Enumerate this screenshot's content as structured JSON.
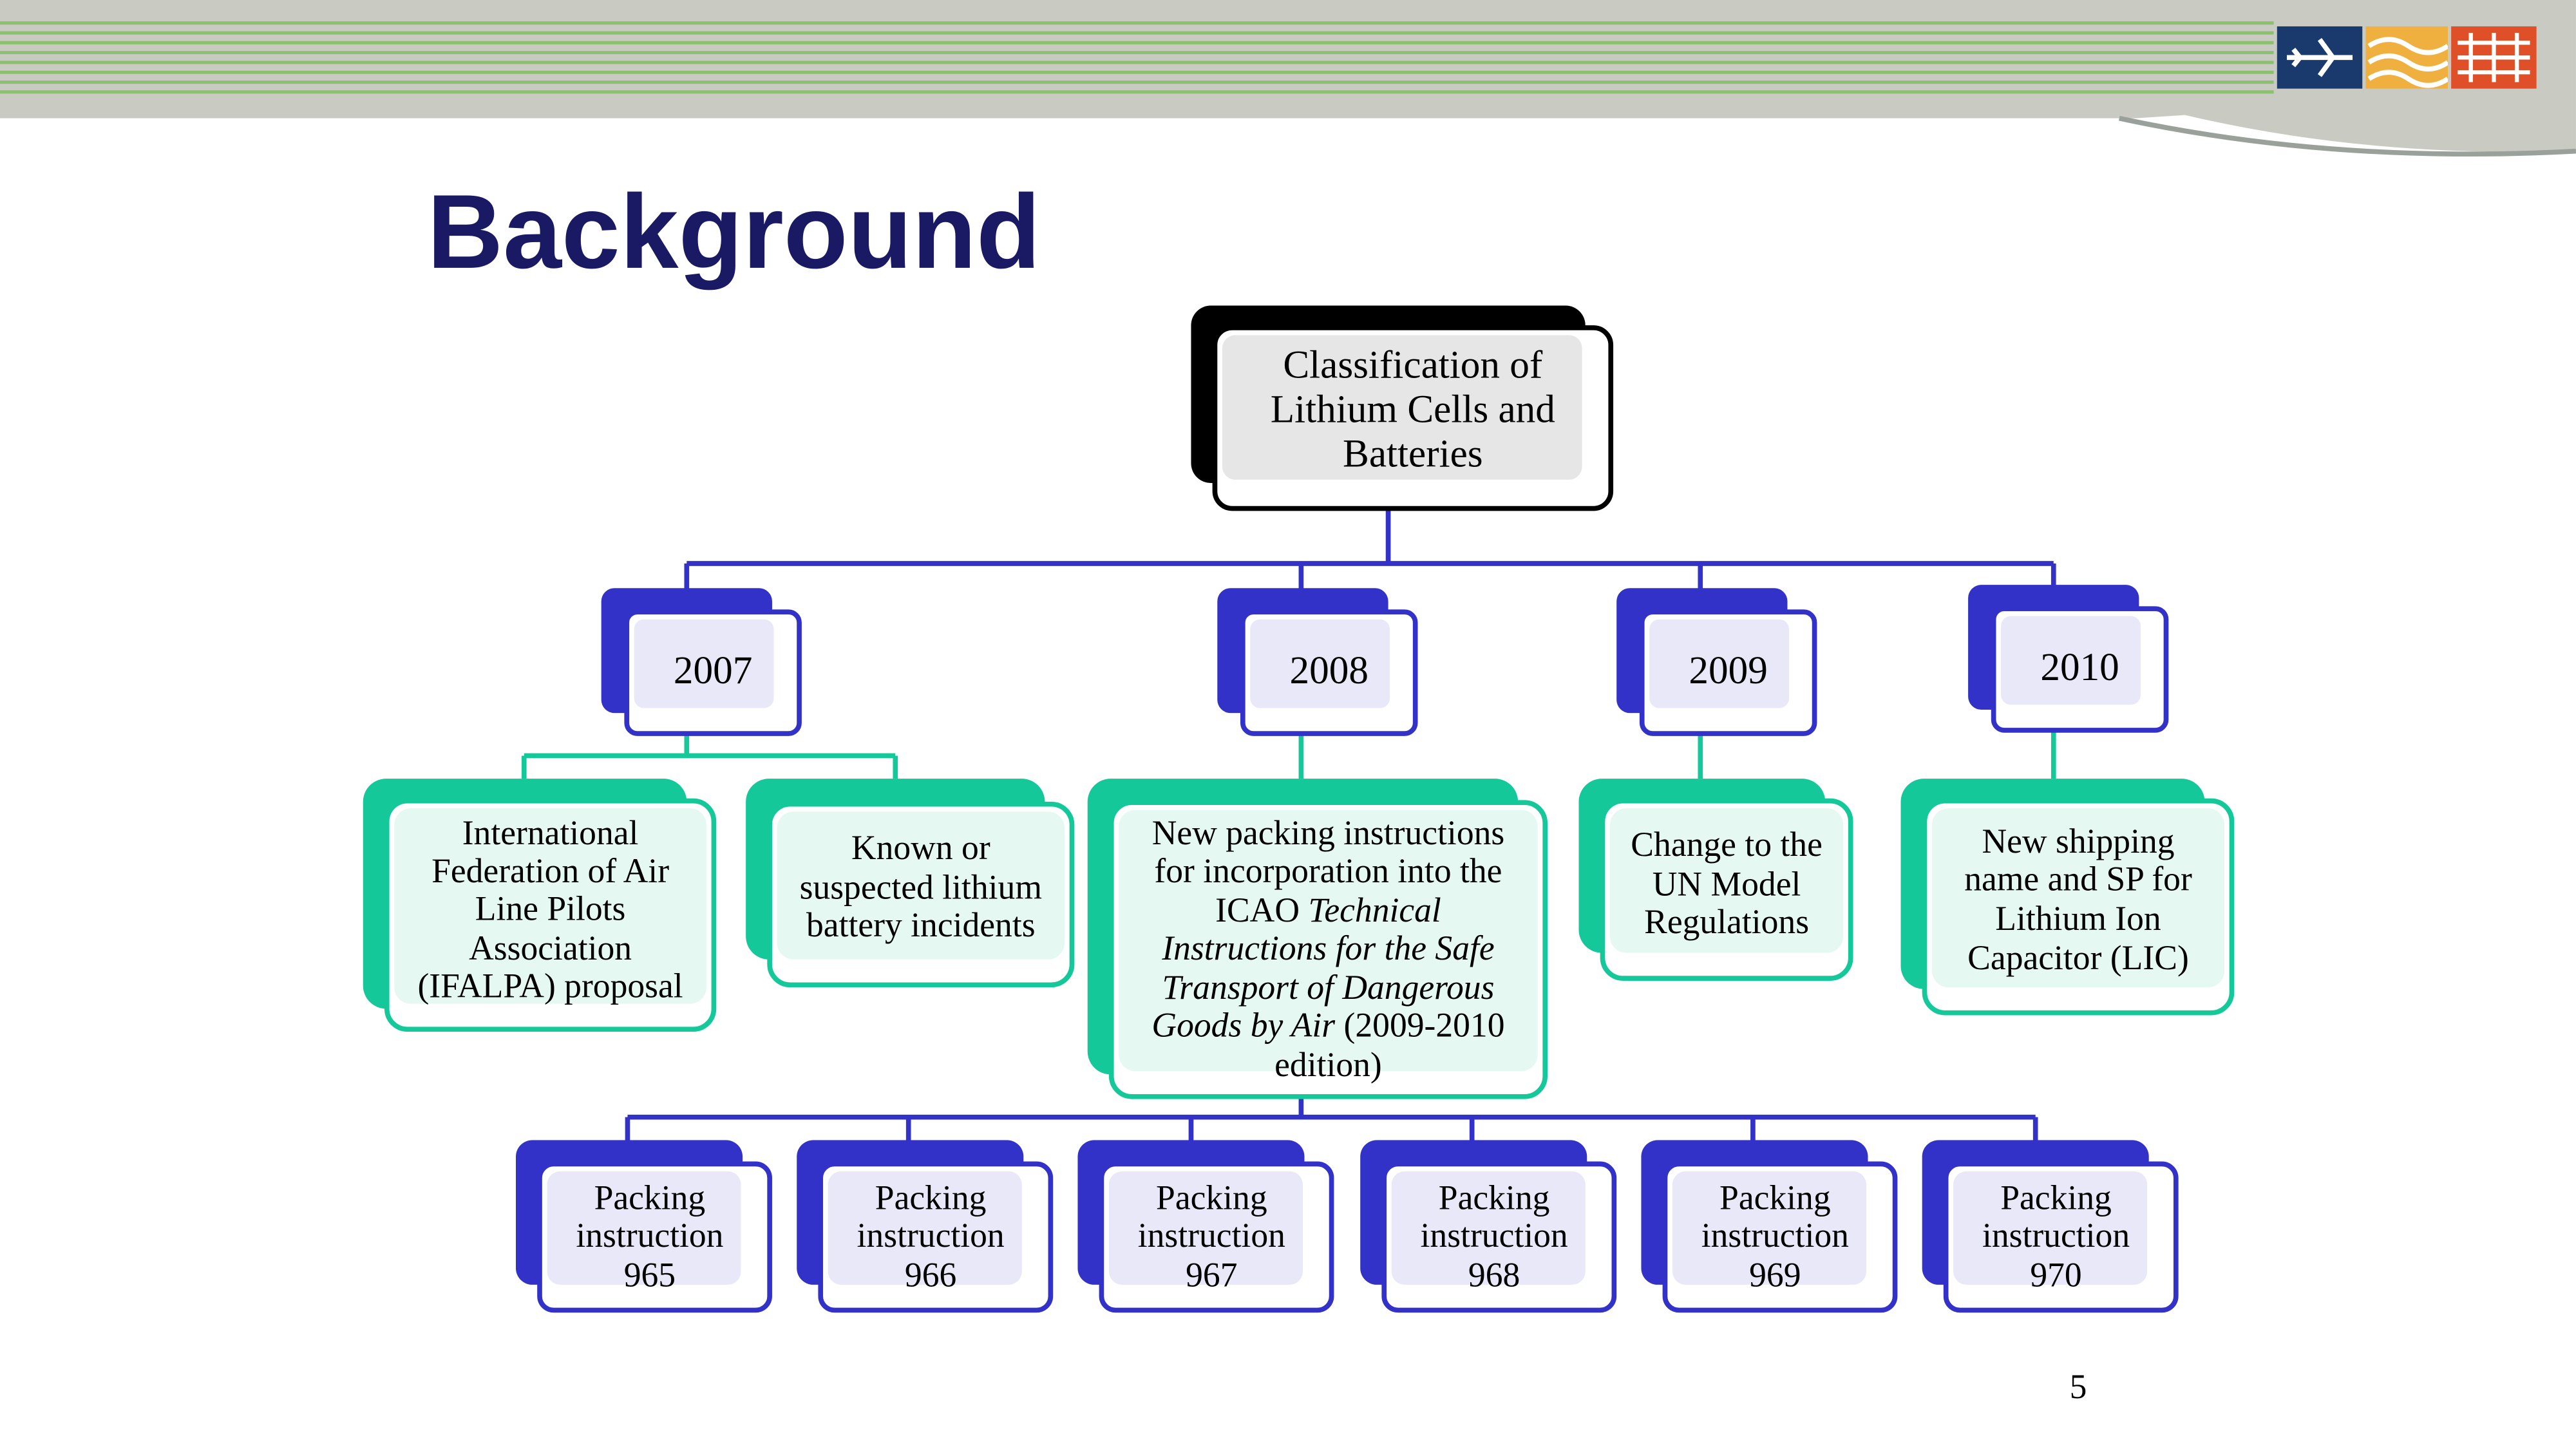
{
  "slide": {
    "title": "Background",
    "page_number": "5"
  },
  "header": {
    "logo_icons": [
      "airplane-icon",
      "waves-icon",
      "railway-icon"
    ],
    "colors": {
      "navy": "#1a3a6e",
      "gold": "#f0b040",
      "red": "#e05028",
      "stripe_green": "#8cc070"
    }
  },
  "diagram": {
    "root": {
      "line1": "Classification of",
      "line2": "Lithium Cells and",
      "line3": "Batteries"
    },
    "years": [
      "2007",
      "2008",
      "2009",
      "2010"
    ],
    "items": {
      "ifalpa": [
        "International",
        "Federation of Air",
        "Line Pilots",
        "Association",
        "(IFALPA) proposal"
      ],
      "incidents": [
        "Known or",
        "suspected lithium",
        "battery incidents"
      ],
      "packing": {
        "l1": "New packing instructions",
        "l2": "for incorporation into the",
        "l3a": "ICAO ",
        "l3b": "Technical",
        "l4": "Instructions for the Safe",
        "l5": "Transport of Dangerous",
        "l6a": "Goods by Air",
        "l6b": " (2009-2010",
        "l7": "edition)"
      },
      "un_model": [
        "Change to the",
        "UN Model",
        "Regulations"
      ],
      "shipping": [
        "New shipping",
        "name and SP for",
        "Lithium Ion",
        "Capacitor (LIC)"
      ]
    },
    "packing_instructions": [
      {
        "label1": "Packing",
        "label2": "instruction",
        "number": "965"
      },
      {
        "label1": "Packing",
        "label2": "instruction",
        "number": "966"
      },
      {
        "label1": "Packing",
        "label2": "instruction",
        "number": "967"
      },
      {
        "label1": "Packing",
        "label2": "instruction",
        "number": "968"
      },
      {
        "label1": "Packing",
        "label2": "instruction",
        "number": "969"
      },
      {
        "label1": "Packing",
        "label2": "instruction",
        "number": "970"
      }
    ],
    "colors": {
      "blue": "#3232c8",
      "green": "#14c89a",
      "black": "#000000"
    }
  }
}
